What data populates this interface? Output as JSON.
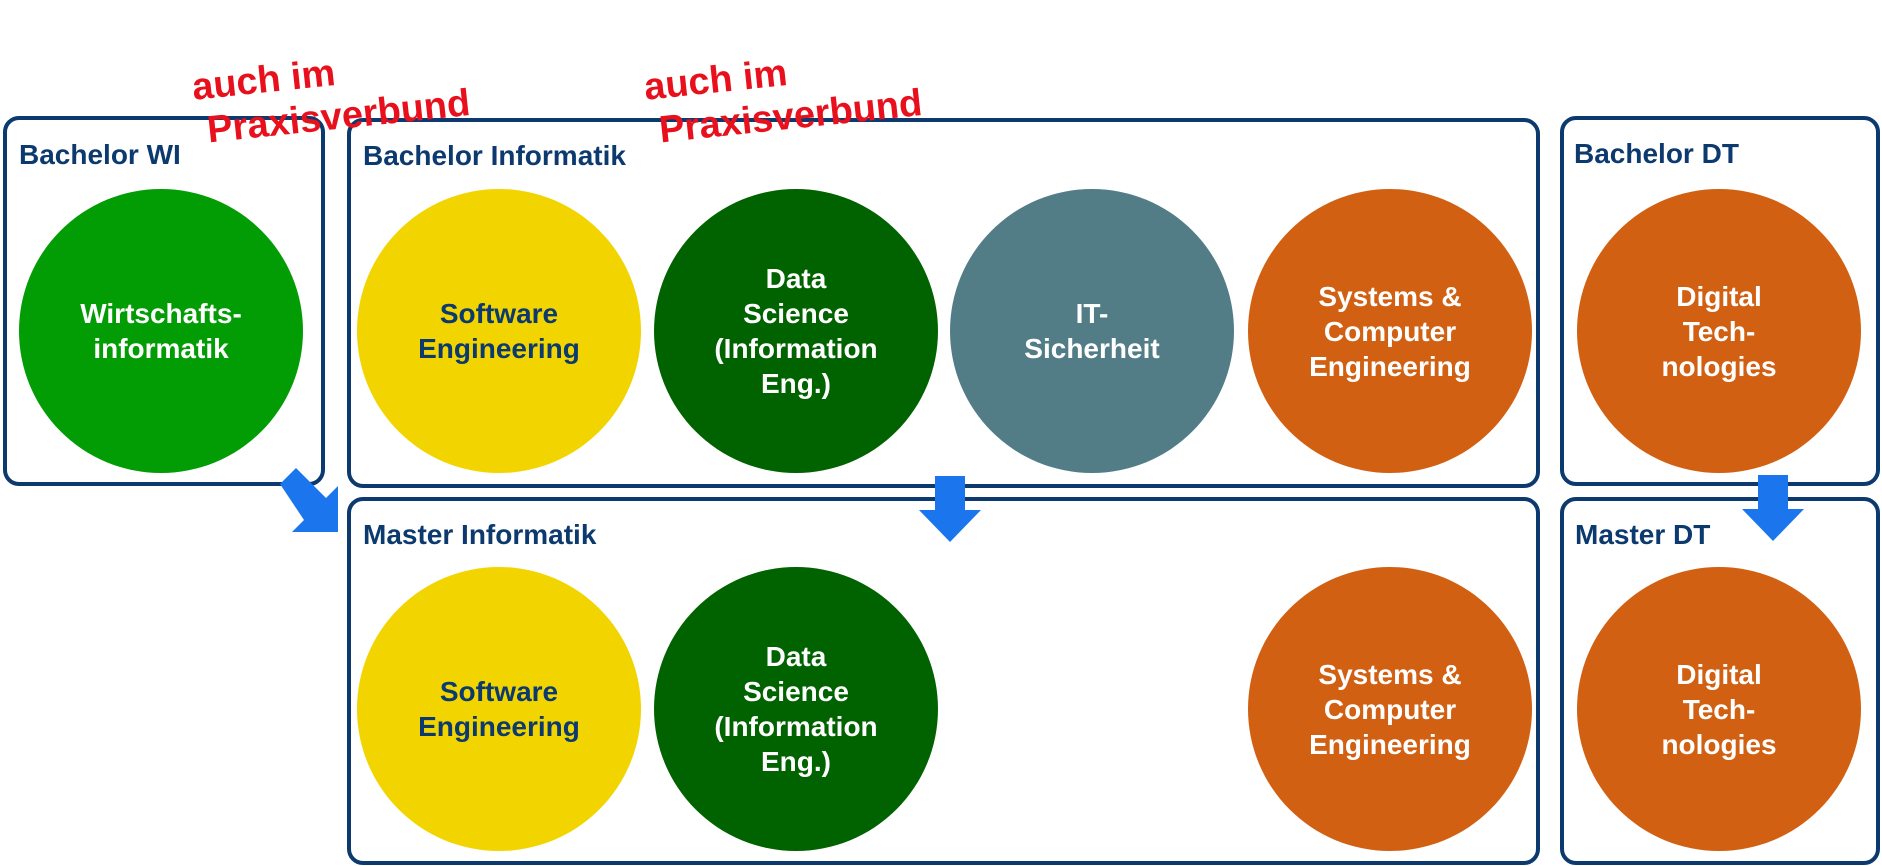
{
  "boxes": {
    "bachelor_wi": "Bachelor WI",
    "bachelor_informatik": "Bachelor Informatik",
    "bachelor_dt": "Bachelor DT",
    "master_informatik": "Master Informatik",
    "master_dt": "Master DT"
  },
  "circles": {
    "wirtschaftsinformatik": "Wirtschafts-\ninformatik",
    "software_engineering": "Software\nEngineering",
    "data_science": "Data\nScience\n(Information\nEng.)",
    "it_sicherheit": "IT-\nSicherheit",
    "systems_computer_engineering": "Systems &\nComputer\nEngineering",
    "digital_technologies": "Digital\nTech-\nnologies"
  },
  "notes": {
    "praxisverbund": "auch im\n Praxisverbund"
  },
  "colors": {
    "box_border": "#0c3a6e",
    "box_title": "#0c3a6e",
    "arrow": "#1b76ee",
    "note": "#e8101c",
    "wi_green": "#029c04",
    "software_yellow": "#f2d500",
    "data_science_green": "#006300",
    "it_security_gray": "#527d87",
    "orange": "#d16012"
  }
}
